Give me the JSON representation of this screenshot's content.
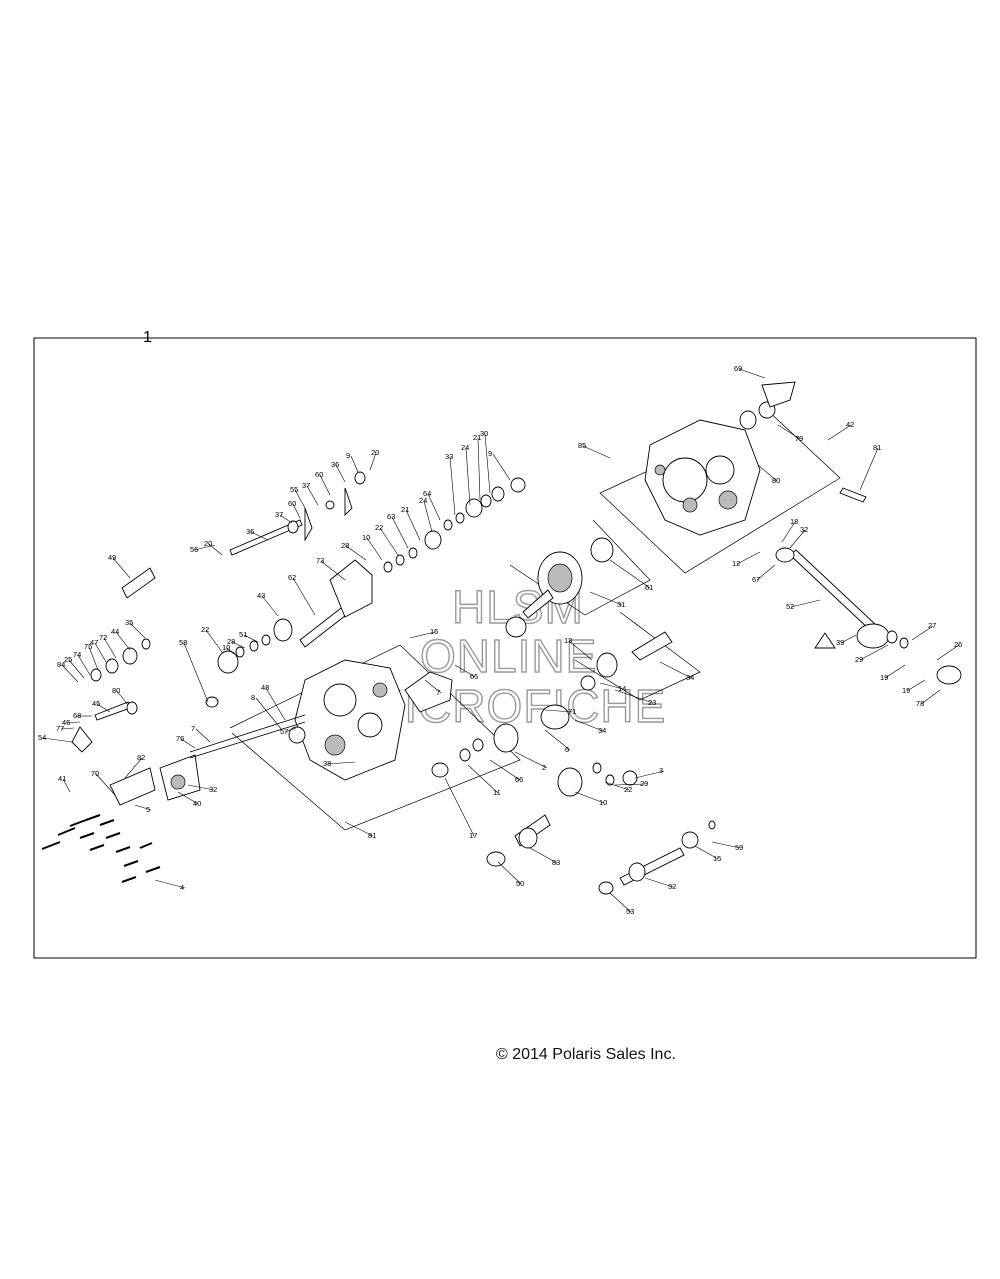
{
  "diagram": {
    "assembly_ref": "1",
    "copyright": "© 2014 Polaris Sales Inc.",
    "watermark": [
      "HLSM",
      "ONLINE",
      "MICROFICHE"
    ]
  },
  "callouts": [
    {
      "n": "69"
    },
    {
      "n": "42"
    },
    {
      "n": "81"
    },
    {
      "n": "85"
    },
    {
      "n": "80"
    },
    {
      "n": "79"
    },
    {
      "n": "18"
    },
    {
      "n": "32"
    },
    {
      "n": "12"
    },
    {
      "n": "67"
    },
    {
      "n": "52"
    },
    {
      "n": "39"
    },
    {
      "n": "29"
    },
    {
      "n": "27"
    },
    {
      "n": "26"
    },
    {
      "n": "19"
    },
    {
      "n": "15"
    },
    {
      "n": "78"
    },
    {
      "n": "20"
    },
    {
      "n": "9"
    },
    {
      "n": "36"
    },
    {
      "n": "60"
    },
    {
      "n": "37"
    },
    {
      "n": "55"
    },
    {
      "n": "60"
    },
    {
      "n": "37"
    },
    {
      "n": "36"
    },
    {
      "n": "56"
    },
    {
      "n": "20"
    },
    {
      "n": "9"
    },
    {
      "n": "30"
    },
    {
      "n": "21"
    },
    {
      "n": "24"
    },
    {
      "n": "33"
    },
    {
      "n": "64"
    },
    {
      "n": "24"
    },
    {
      "n": "21"
    },
    {
      "n": "63"
    },
    {
      "n": "22"
    },
    {
      "n": "10"
    },
    {
      "n": "28"
    },
    {
      "n": "73"
    },
    {
      "n": "61"
    },
    {
      "n": "31"
    },
    {
      "n": "49"
    },
    {
      "n": "43"
    },
    {
      "n": "62"
    },
    {
      "n": "51"
    },
    {
      "n": "28"
    },
    {
      "n": "10"
    },
    {
      "n": "22"
    },
    {
      "n": "58"
    },
    {
      "n": "35"
    },
    {
      "n": "44"
    },
    {
      "n": "72"
    },
    {
      "n": "47"
    },
    {
      "n": "75"
    },
    {
      "n": "74"
    },
    {
      "n": "25"
    },
    {
      "n": "84"
    },
    {
      "n": "16"
    },
    {
      "n": "13"
    },
    {
      "n": "34"
    },
    {
      "n": "65"
    },
    {
      "n": "7"
    },
    {
      "n": "48"
    },
    {
      "n": "80"
    },
    {
      "n": "45"
    },
    {
      "n": "68"
    },
    {
      "n": "46"
    },
    {
      "n": "77"
    },
    {
      "n": "54"
    },
    {
      "n": "8"
    },
    {
      "n": "57"
    },
    {
      "n": "14"
    },
    {
      "n": "23"
    },
    {
      "n": "34"
    },
    {
      "n": "71"
    },
    {
      "n": "6"
    },
    {
      "n": "7"
    },
    {
      "n": "76"
    },
    {
      "n": "82"
    },
    {
      "n": "70"
    },
    {
      "n": "38"
    },
    {
      "n": "2"
    },
    {
      "n": "66"
    },
    {
      "n": "11"
    },
    {
      "n": "17"
    },
    {
      "n": "32"
    },
    {
      "n": "40"
    },
    {
      "n": "81"
    },
    {
      "n": "41"
    },
    {
      "n": "5"
    },
    {
      "n": "4"
    },
    {
      "n": "3"
    },
    {
      "n": "29"
    },
    {
      "n": "22"
    },
    {
      "n": "10"
    },
    {
      "n": "59"
    },
    {
      "n": "15"
    },
    {
      "n": "83"
    },
    {
      "n": "50"
    },
    {
      "n": "32"
    },
    {
      "n": "53"
    },
    {
      "n": "35"
    }
  ]
}
